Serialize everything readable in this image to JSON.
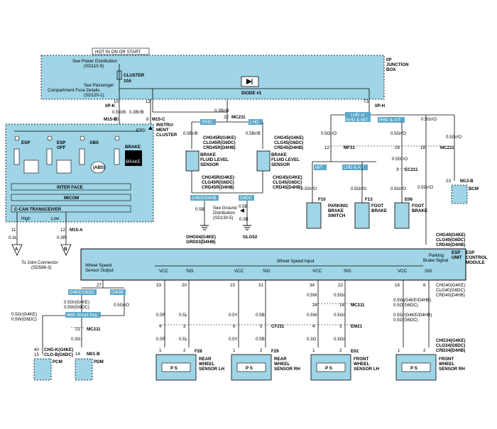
{
  "hot_label": "HOT IN ON OR START",
  "junction_box": {
    "title1": "I/P",
    "title2": "JUNCTION",
    "title3": "BOX",
    "see_power": "See Power Distribution",
    "see_power_ref": "(SD110-9)",
    "see_pass1": "See Passenger",
    "see_pass2": "Compartment Fuse Details",
    "see_pass_ref": "(SD120-1)",
    "cluster": "CLUSTER",
    "cluster_fuse": "10A",
    "diode": "DIODE #1"
  },
  "cluster": {
    "title1": "INSTRU-",
    "title2": "MENT",
    "title3": "CLUSTER",
    "ebd": "EBD",
    "interface": "INTER FACE",
    "micom": "MICOM",
    "ccan": "C-CAN TRANSCEIVER",
    "lamps": [
      "ESP",
      "ESP\nOFF",
      "ABS",
      "BRAKE"
    ],
    "high": "High",
    "low": "Low"
  },
  "connectors": {
    "ipk": "I/P-K",
    "m15b": "M15-B",
    "m15c": "M15-C",
    "iph": "I/P-H",
    "m15a": "M15-A",
    "mc211": "MC211",
    "mf31": "MF31",
    "ec211": "EC211",
    "m13b": "M13-B",
    "em21": "EM21",
    "cf211": "CF211",
    "m01b": "M01-B",
    "f10": "F10",
    "f13": "F13",
    "e06": "E06",
    "f28": "F28",
    "f29": "F29",
    "e02": "E02",
    "glg02": "GLG02"
  },
  "wires": {
    "w1": "0.5G/B",
    "w2": "0.3Br/B",
    "w3": "0.3Br/B",
    "w4": "0.5Br/B",
    "w5": "0.5Br/B",
    "w6": "0.5Br/B",
    "w7": "0.5Gr/O",
    "w8": "0.5Gr/O",
    "w9": "0.5Gr/O",
    "w10": "0.5Gr/O",
    "w11": "0.5Gr/O",
    "w12": "0.5Gr/O",
    "w13": "0.5Gr/O",
    "w14": "0.5Gr/O",
    "w15": "0.5Gr/O",
    "w16": "0.5Gr/O",
    "w17": "0.5B",
    "w18": "0.5B",
    "w19": "0.3B",
    "w20": "0.3L",
    "w21": "0.3R"
  },
  "tags": {
    "rhd": "RHD",
    "lhd": "LHD",
    "lhd_mt": "LHD or",
    "lhd_mt2": "RHD & M/T",
    "rhd_at": "RHD & A/T",
    "mt": "M/T",
    "lhd_at": "LHD & A/T",
    "g4ke_d4hb": "G4KE/D4HB",
    "g6dc": "G6DC",
    "g4ke_g6dc": "G4KE/G6DC",
    "d4hb": "D4HB",
    "smart_key": "With Smart Key"
  },
  "components": {
    "bfl1": {
      "name1": "BRAKE",
      "name2": "FLUID LEVEL",
      "name3": "SENSOR",
      "c1": "CHG45R(G4KE)",
      "c2": "CLG45R(G6DC)",
      "c3": "CRD45R(D4HB)"
    },
    "bfl2": {
      "name1": "BRAKE",
      "name2": "FLUID LEVEL",
      "name3": "SENSOR",
      "c1": "CHG45(G4KE)",
      "c2": "CLG45(G6DC)",
      "c3": "CRD45(D4HB)"
    },
    "pbs": {
      "n1": "PARKING",
      "n2": "BRAKE",
      "n3": "SWITCH"
    },
    "fb1": {
      "n1": "FOOT",
      "n2": "BRAKE"
    },
    "fb2": {
      "n1": "FOOT",
      "n2": "BRAKE"
    },
    "bcm": "BCM",
    "pcm": "PCM",
    "pdm": "PDM",
    "ground_see1": "See Ground",
    "ground_see2": "Distribution",
    "ground_see3": "(SD130-5)",
    "ghg04": "GHG04(G4KE)",
    "grd03": "GRD03(D4HB)",
    "joint1": "To Joint Connector",
    "joint2": "(SD588-3)",
    "chgk": "CHG-K(G4KE)",
    "clgb": "CLG-B(G6DC)",
    "wsr_lh": {
      "n1": "REAR",
      "n2": "WHEEL",
      "n3": "SENSOR LH"
    },
    "wsr_rh": {
      "n1": "REAR",
      "n2": "WHEEL",
      "n3": "SENSOR RH"
    },
    "wsf_lh": {
      "n1": "FRONT",
      "n2": "WHEEL",
      "n3": "SENSOR LH"
    },
    "wsf_rh": {
      "n1": "FRONT",
      "n2": "WHEEL",
      "n3": "SENSOR RH"
    },
    "chg34": "CHG34(G4KE)",
    "clg34": "CLG34(G6DC)",
    "crd34": "CRD34(D4HB)"
  },
  "esp": {
    "title1": "ESP",
    "title2": "CONTROL",
    "title3": "MODULE",
    "unit": "ESP",
    "unit2": "UNIT",
    "c1": "CHG40(G4KE)",
    "c2": "CLG40(G6DC)",
    "c3": "CRD40(D4HB)",
    "wheel_speed_input": "Wheel Speed Input",
    "wheel_speed_out1": "Wheel Speed",
    "wheel_speed_out2": "Sensor Output",
    "parking1": "Parking",
    "parking2": "Brake Signal",
    "vcc": "VCC",
    "sig": "SIG"
  }
}
